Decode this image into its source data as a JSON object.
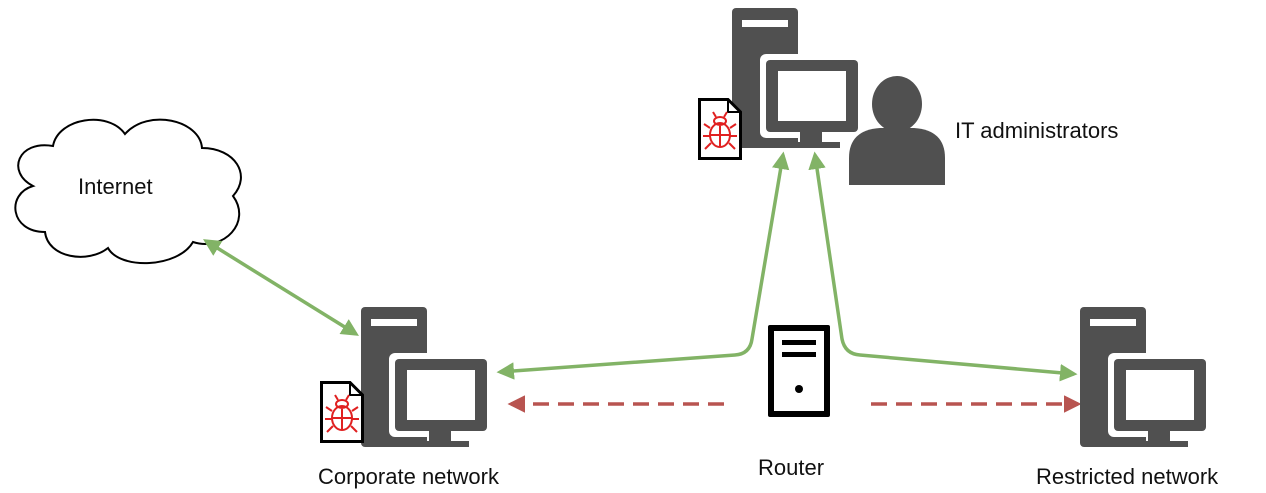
{
  "nodes": {
    "internet": {
      "label": "Internet",
      "icon": "cloud-icon"
    },
    "it_admins": {
      "label": "IT administrators",
      "icon": "workstation-icon"
    },
    "corporate": {
      "label": "Corporate network",
      "icon": "workstation-icon"
    },
    "router": {
      "label": "Router",
      "icon": "router-icon"
    },
    "restricted": {
      "label": "Restricted network",
      "icon": "workstation-icon"
    }
  },
  "badges": [
    "malware-file-icon",
    "user-icon"
  ],
  "colors": {
    "allowed_link": "#82b366",
    "blocked_link": "#b85450",
    "device": "#505050",
    "malware": "#e02020"
  }
}
